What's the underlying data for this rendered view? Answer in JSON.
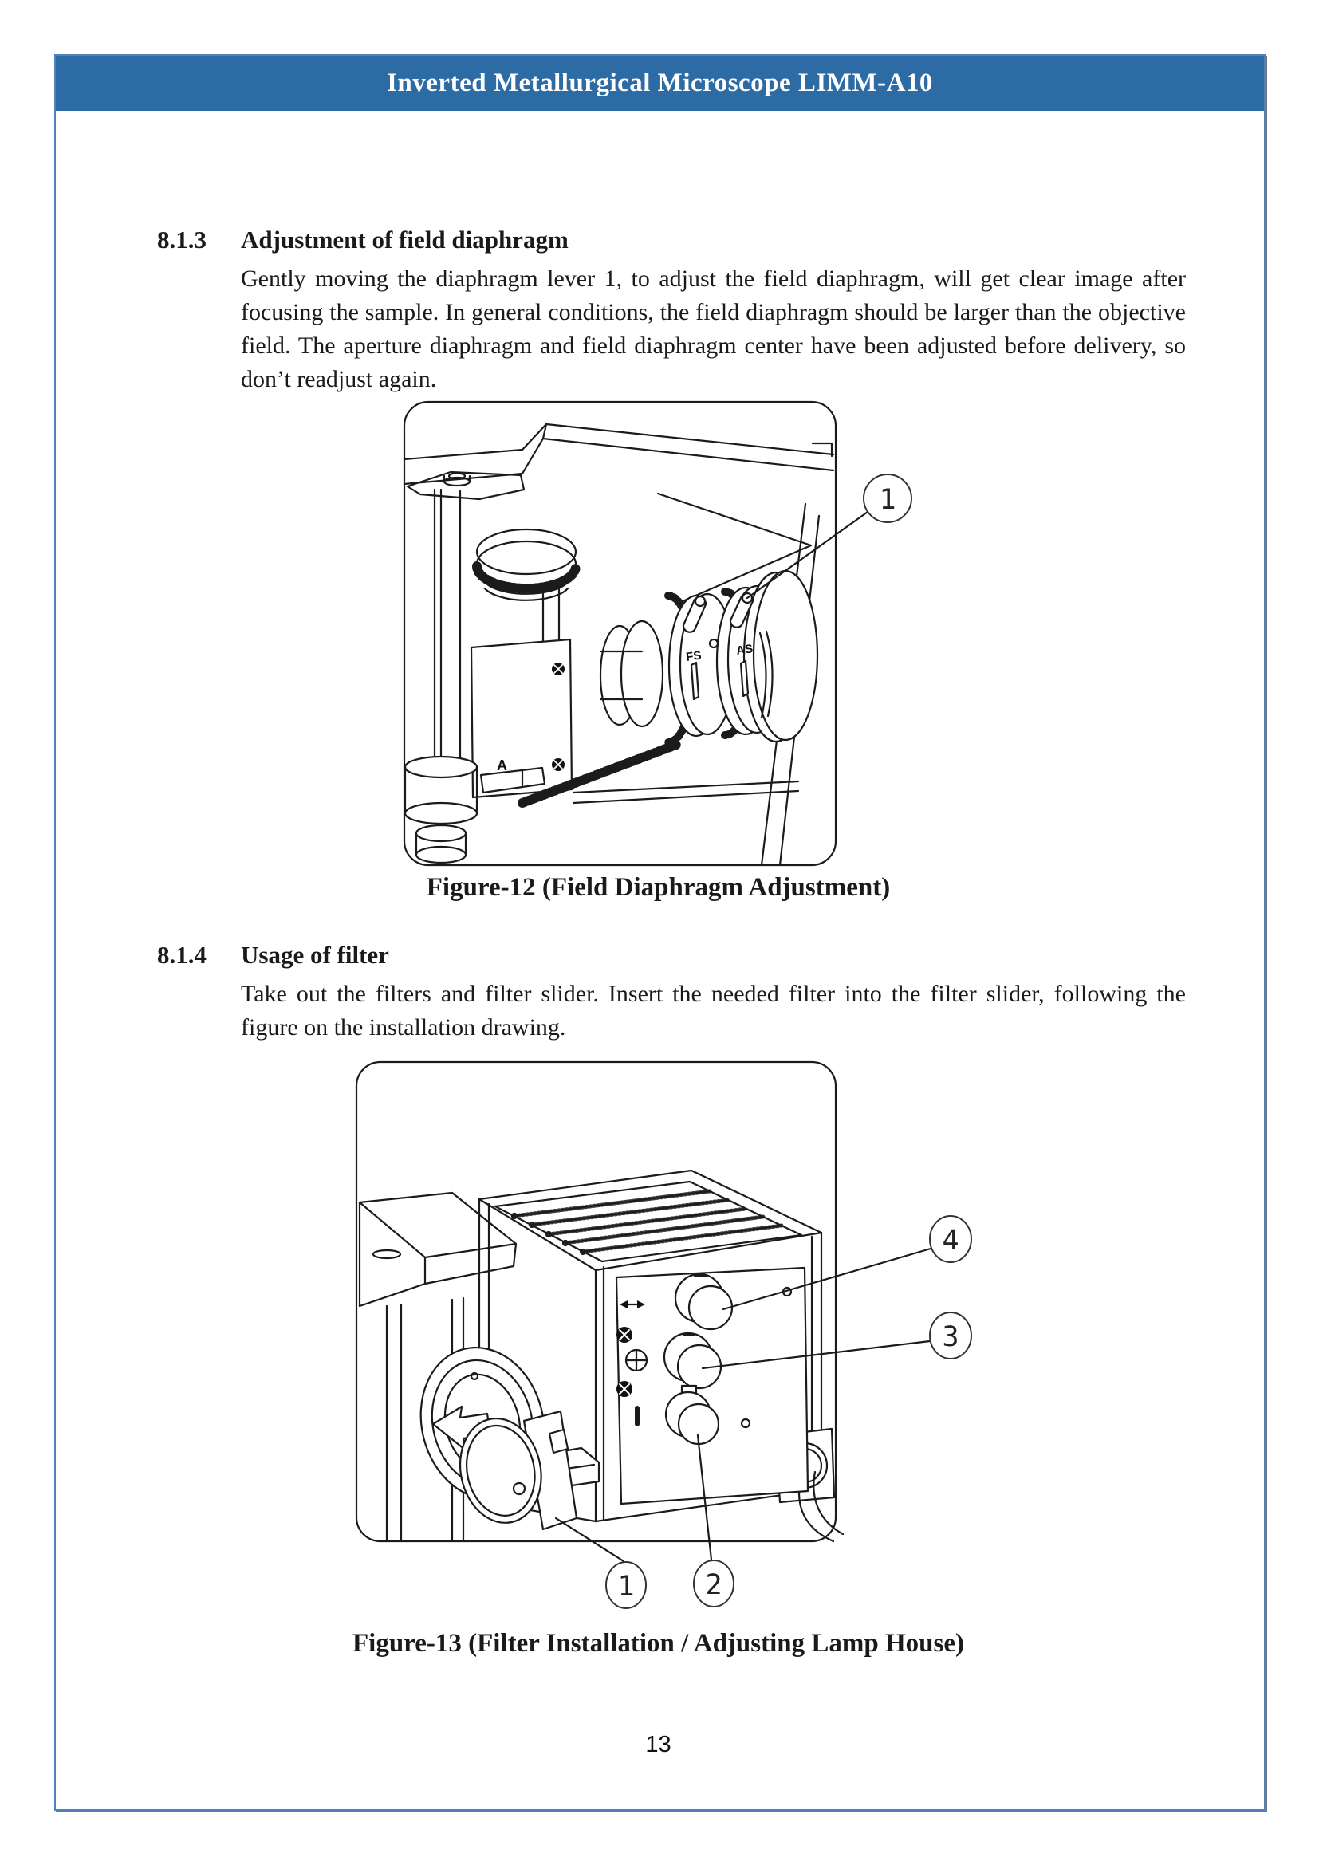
{
  "header": {
    "title": "Inverted Metallurgical Microscope LIMM-A10"
  },
  "colors": {
    "header_bg": "#2d6ba5",
    "frame_border": "#4f81bd",
    "ink": "#1a1a1a"
  },
  "sections": [
    {
      "number": "8.1.3",
      "heading": "Adjustment of field diaphragm",
      "body": "Gently moving the diaphragm lever 1, to adjust the field diaphragm, will get clear image after focusing the sample. In general conditions, the field diaphragm should be larger than the objective field. The aperture diaphragm and field diaphragm center have been adjusted before delivery, so don’t readjust again."
    },
    {
      "number": "8.1.4",
      "heading": "Usage of filter",
      "body": "Take out the filters and filter slider. Insert the needed filter into the filter slider, following the figure on the installation drawing."
    }
  ],
  "figure12": {
    "caption": "Figure-12 (Field Diaphragm Adjustment)",
    "label_fs": "FS",
    "label_as": "AS",
    "label_a": "A",
    "callout_1": "1"
  },
  "figure13": {
    "caption": "Figure-13 (Filter Installation / Adjusting Lamp House)",
    "callout_1": "1",
    "callout_2": "2",
    "callout_3": "3",
    "callout_4": "4"
  },
  "footer": {
    "page_number": "13"
  }
}
